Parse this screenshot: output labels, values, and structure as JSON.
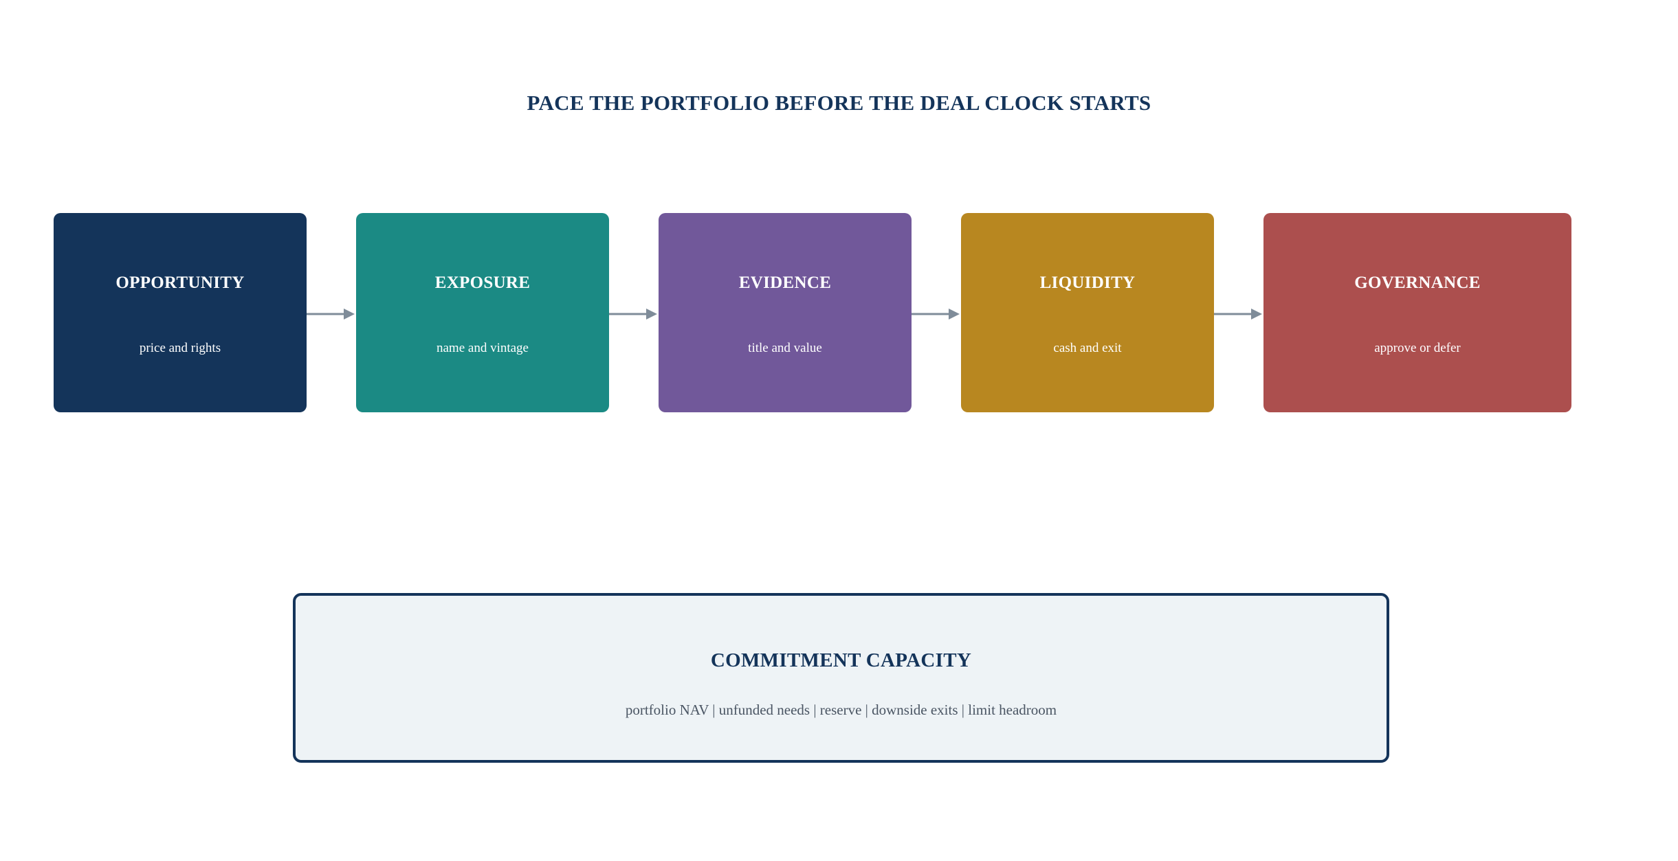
{
  "title": "PACE THE PORTFOLIO BEFORE THE DEAL CLOCK STARTS",
  "stages": [
    {
      "title": "OPPORTUNITY",
      "subtitle": "price and rights",
      "color": "#14345a"
    },
    {
      "title": "EXPOSURE",
      "subtitle": "name and vintage",
      "color": "#1b8a84"
    },
    {
      "title": "EVIDENCE",
      "subtitle": "title and value",
      "color": "#71589a"
    },
    {
      "title": "LIQUIDITY",
      "subtitle": "cash and exit",
      "color": "#b88720"
    },
    {
      "title": "GOVERNANCE",
      "subtitle": "approve or defer",
      "color": "#ac4f4e"
    }
  ],
  "capacity": {
    "title": "COMMITMENT CAPACITY",
    "subtitle": "portfolio NAV | unfunded needs | reserve | downside exits | limit headroom"
  },
  "colors": {
    "arrow": "#7f8c99",
    "title": "#14345a"
  }
}
